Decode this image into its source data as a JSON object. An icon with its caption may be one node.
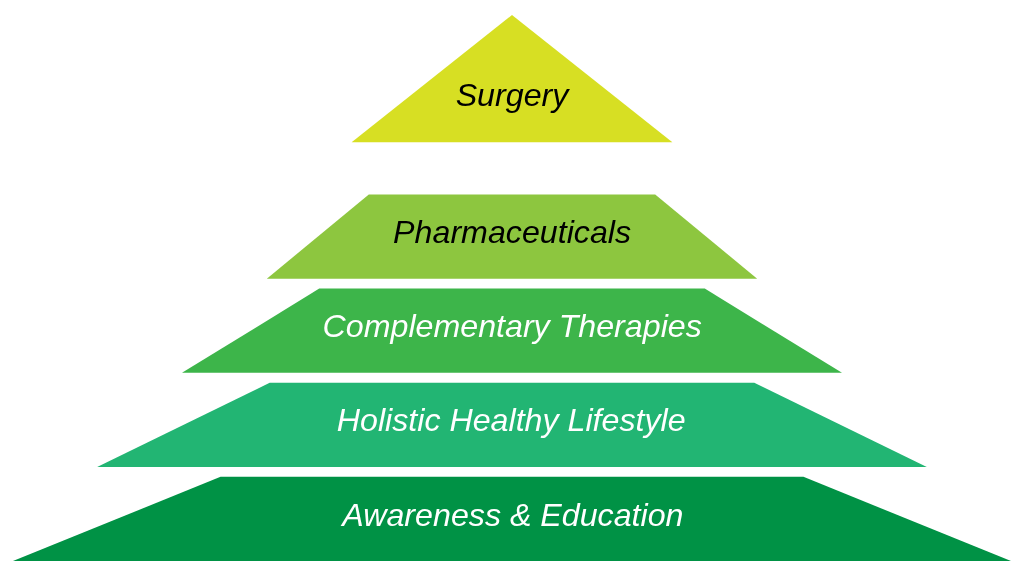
{
  "diagram": {
    "nodes": [
      {
        "text": [
          "Surgery"
        ]
      },
      {
        "text": [
          "Pharmaceuticals"
        ]
      },
      {
        "text": [
          "Complementary Therapies"
        ]
      },
      {
        "text": [
          "Holistic Healthy Lifestyle"
        ]
      },
      {
        "text": [
          "Awareness & Education"
        ]
      }
    ]
  }
}
